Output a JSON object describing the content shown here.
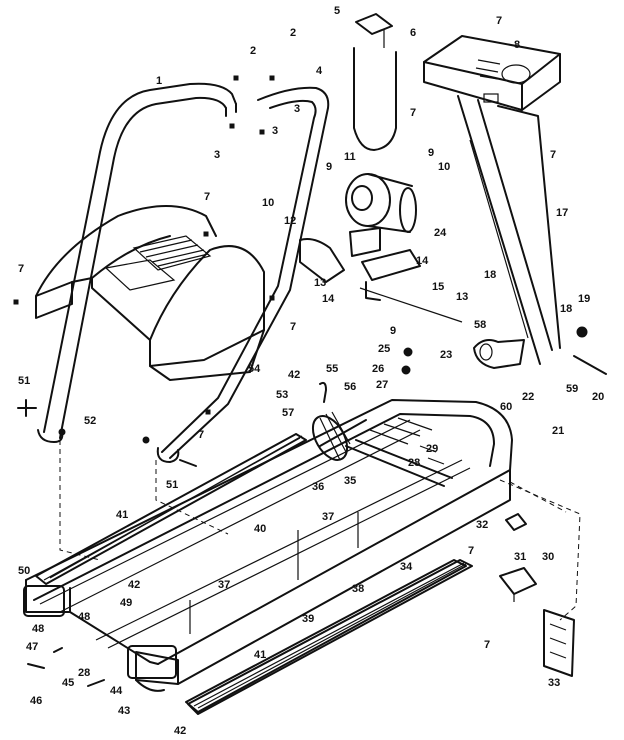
{
  "callouts": [
    {
      "id": "c1",
      "text": "1"
    },
    {
      "id": "c2a",
      "text": "2"
    },
    {
      "id": "c2b",
      "text": "2"
    },
    {
      "id": "c3a",
      "text": "3"
    },
    {
      "id": "c3b",
      "text": "3"
    },
    {
      "id": "c3c",
      "text": "3"
    },
    {
      "id": "c4",
      "text": "4"
    },
    {
      "id": "c5",
      "text": "5"
    },
    {
      "id": "c6",
      "text": "6"
    },
    {
      "id": "c7a",
      "text": "7"
    },
    {
      "id": "c7b",
      "text": "7"
    },
    {
      "id": "c7c",
      "text": "7"
    },
    {
      "id": "c7d",
      "text": "7"
    },
    {
      "id": "c7e",
      "text": "7"
    },
    {
      "id": "c7f",
      "text": "7"
    },
    {
      "id": "c7g",
      "text": "7"
    },
    {
      "id": "c7h",
      "text": "7"
    },
    {
      "id": "c7i",
      "text": "7"
    },
    {
      "id": "c8",
      "text": "8"
    },
    {
      "id": "c9a",
      "text": "9"
    },
    {
      "id": "c9b",
      "text": "9"
    },
    {
      "id": "c9c",
      "text": "9"
    },
    {
      "id": "c10a",
      "text": "10"
    },
    {
      "id": "c10b",
      "text": "10"
    },
    {
      "id": "c11",
      "text": "11"
    },
    {
      "id": "c12",
      "text": "12"
    },
    {
      "id": "c13a",
      "text": "13"
    },
    {
      "id": "c13b",
      "text": "13"
    },
    {
      "id": "c14a",
      "text": "14"
    },
    {
      "id": "c14b",
      "text": "14"
    },
    {
      "id": "c15",
      "text": "15"
    },
    {
      "id": "c17",
      "text": "17"
    },
    {
      "id": "c18a",
      "text": "18"
    },
    {
      "id": "c18b",
      "text": "18"
    },
    {
      "id": "c19",
      "text": "19"
    },
    {
      "id": "c20",
      "text": "20"
    },
    {
      "id": "c21",
      "text": "21"
    },
    {
      "id": "c22",
      "text": "22"
    },
    {
      "id": "c23",
      "text": "23"
    },
    {
      "id": "c24",
      "text": "24"
    },
    {
      "id": "c25",
      "text": "25"
    },
    {
      "id": "c26",
      "text": "26"
    },
    {
      "id": "c27",
      "text": "27"
    },
    {
      "id": "c28a",
      "text": "28"
    },
    {
      "id": "c28b",
      "text": "28"
    },
    {
      "id": "c29",
      "text": "29"
    },
    {
      "id": "c30",
      "text": "30"
    },
    {
      "id": "c31",
      "text": "31"
    },
    {
      "id": "c32",
      "text": "32"
    },
    {
      "id": "c33",
      "text": "33"
    },
    {
      "id": "c34",
      "text": "34"
    },
    {
      "id": "c35",
      "text": "35"
    },
    {
      "id": "c36",
      "text": "36"
    },
    {
      "id": "c37a",
      "text": "37"
    },
    {
      "id": "c37b",
      "text": "37"
    },
    {
      "id": "c38",
      "text": "38"
    },
    {
      "id": "c39",
      "text": "39"
    },
    {
      "id": "c40",
      "text": "40"
    },
    {
      "id": "c41a",
      "text": "41"
    },
    {
      "id": "c41b",
      "text": "41"
    },
    {
      "id": "c42a",
      "text": "42"
    },
    {
      "id": "c42b",
      "text": "42"
    },
    {
      "id": "c42c",
      "text": "42"
    },
    {
      "id": "c43",
      "text": "43"
    },
    {
      "id": "c44",
      "text": "44"
    },
    {
      "id": "c45",
      "text": "45"
    },
    {
      "id": "c46",
      "text": "46"
    },
    {
      "id": "c47",
      "text": "47"
    },
    {
      "id": "c48a",
      "text": "48"
    },
    {
      "id": "c48b",
      "text": "48"
    },
    {
      "id": "c49",
      "text": "49"
    },
    {
      "id": "c50",
      "text": "50"
    },
    {
      "id": "c51a",
      "text": "51"
    },
    {
      "id": "c51b",
      "text": "51"
    },
    {
      "id": "c52",
      "text": "52"
    },
    {
      "id": "c53",
      "text": "53"
    },
    {
      "id": "c54",
      "text": "54"
    },
    {
      "id": "c55",
      "text": "55"
    },
    {
      "id": "c56",
      "text": "56"
    },
    {
      "id": "c57",
      "text": "57"
    },
    {
      "id": "c58",
      "text": "58"
    },
    {
      "id": "c59",
      "text": "59"
    },
    {
      "id": "c60",
      "text": "60"
    }
  ]
}
